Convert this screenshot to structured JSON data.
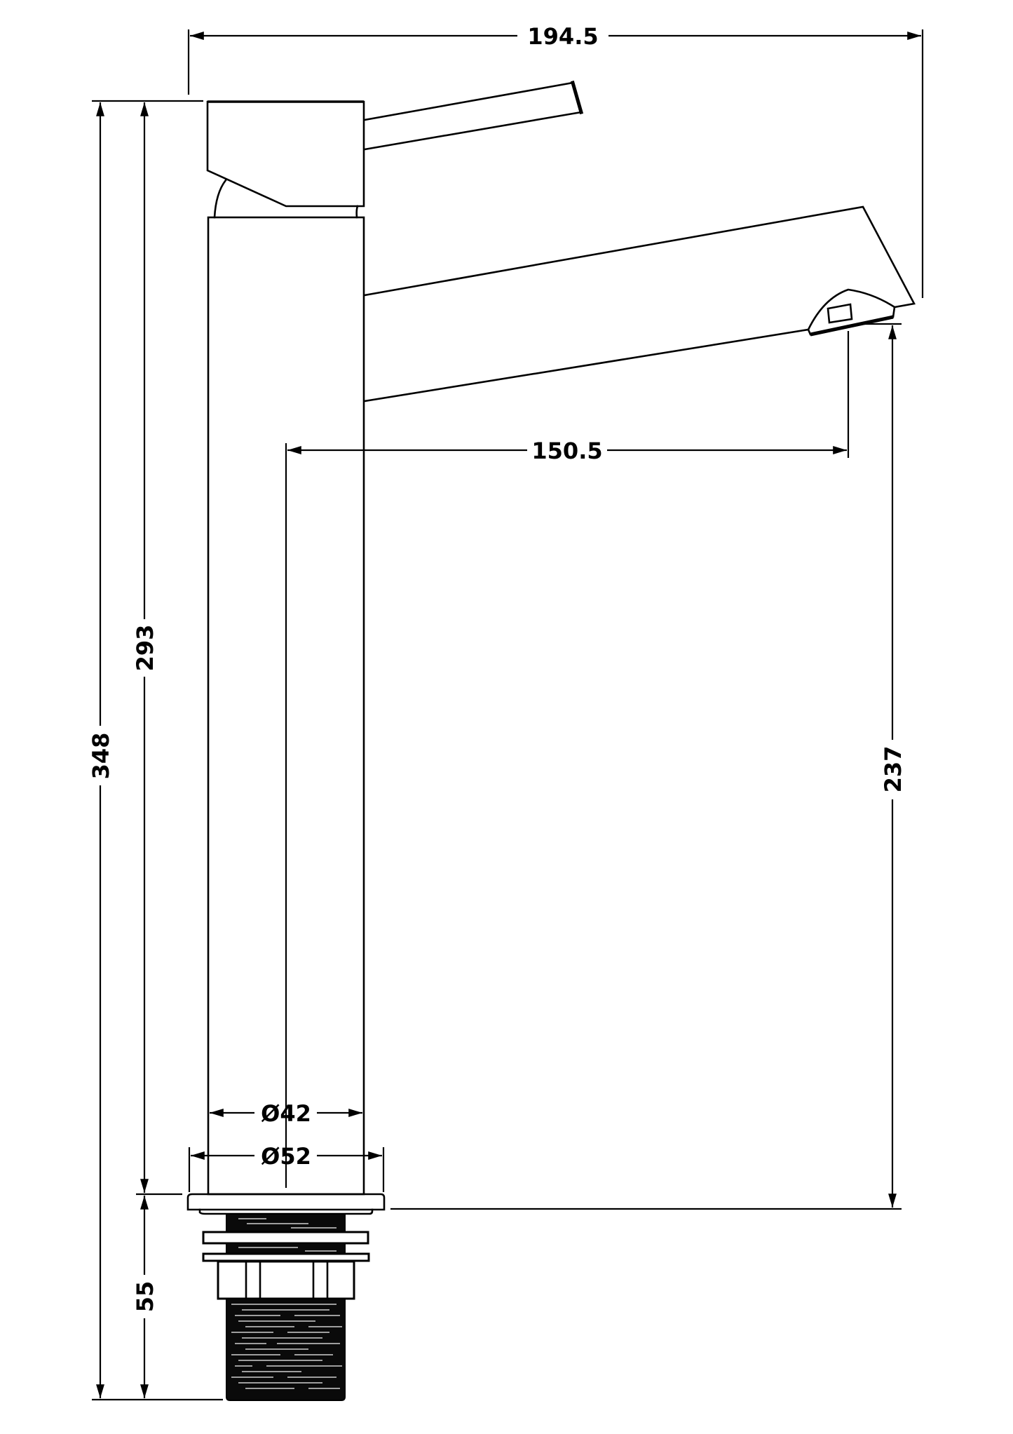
{
  "drawing": {
    "subject": "Tall basin mixer tap — side elevation with dimensions",
    "units": "mm",
    "line_color": "#000000",
    "background": "#ffffff"
  },
  "dimensions": {
    "overall_width": "194.5",
    "spout_reach": "150.5",
    "overall_height": "348",
    "height_above_deck": "293",
    "spout_outlet_height": "237",
    "shank_length": "55",
    "body_diameter": "Ø42",
    "base_diameter": "Ø52"
  },
  "parts": [
    {
      "id": "lever-handle",
      "label": "lever handle"
    },
    {
      "id": "handle-cartridge-housing",
      "label": "handle housing"
    },
    {
      "id": "body",
      "label": "tap body"
    },
    {
      "id": "spout",
      "label": "spout"
    },
    {
      "id": "aerator",
      "label": "aerator"
    },
    {
      "id": "base-plate",
      "label": "base plate"
    },
    {
      "id": "threaded-shank",
      "label": "threaded shank"
    },
    {
      "id": "washers",
      "label": "washers"
    },
    {
      "id": "fixing-nut",
      "label": "fixing nut"
    }
  ]
}
